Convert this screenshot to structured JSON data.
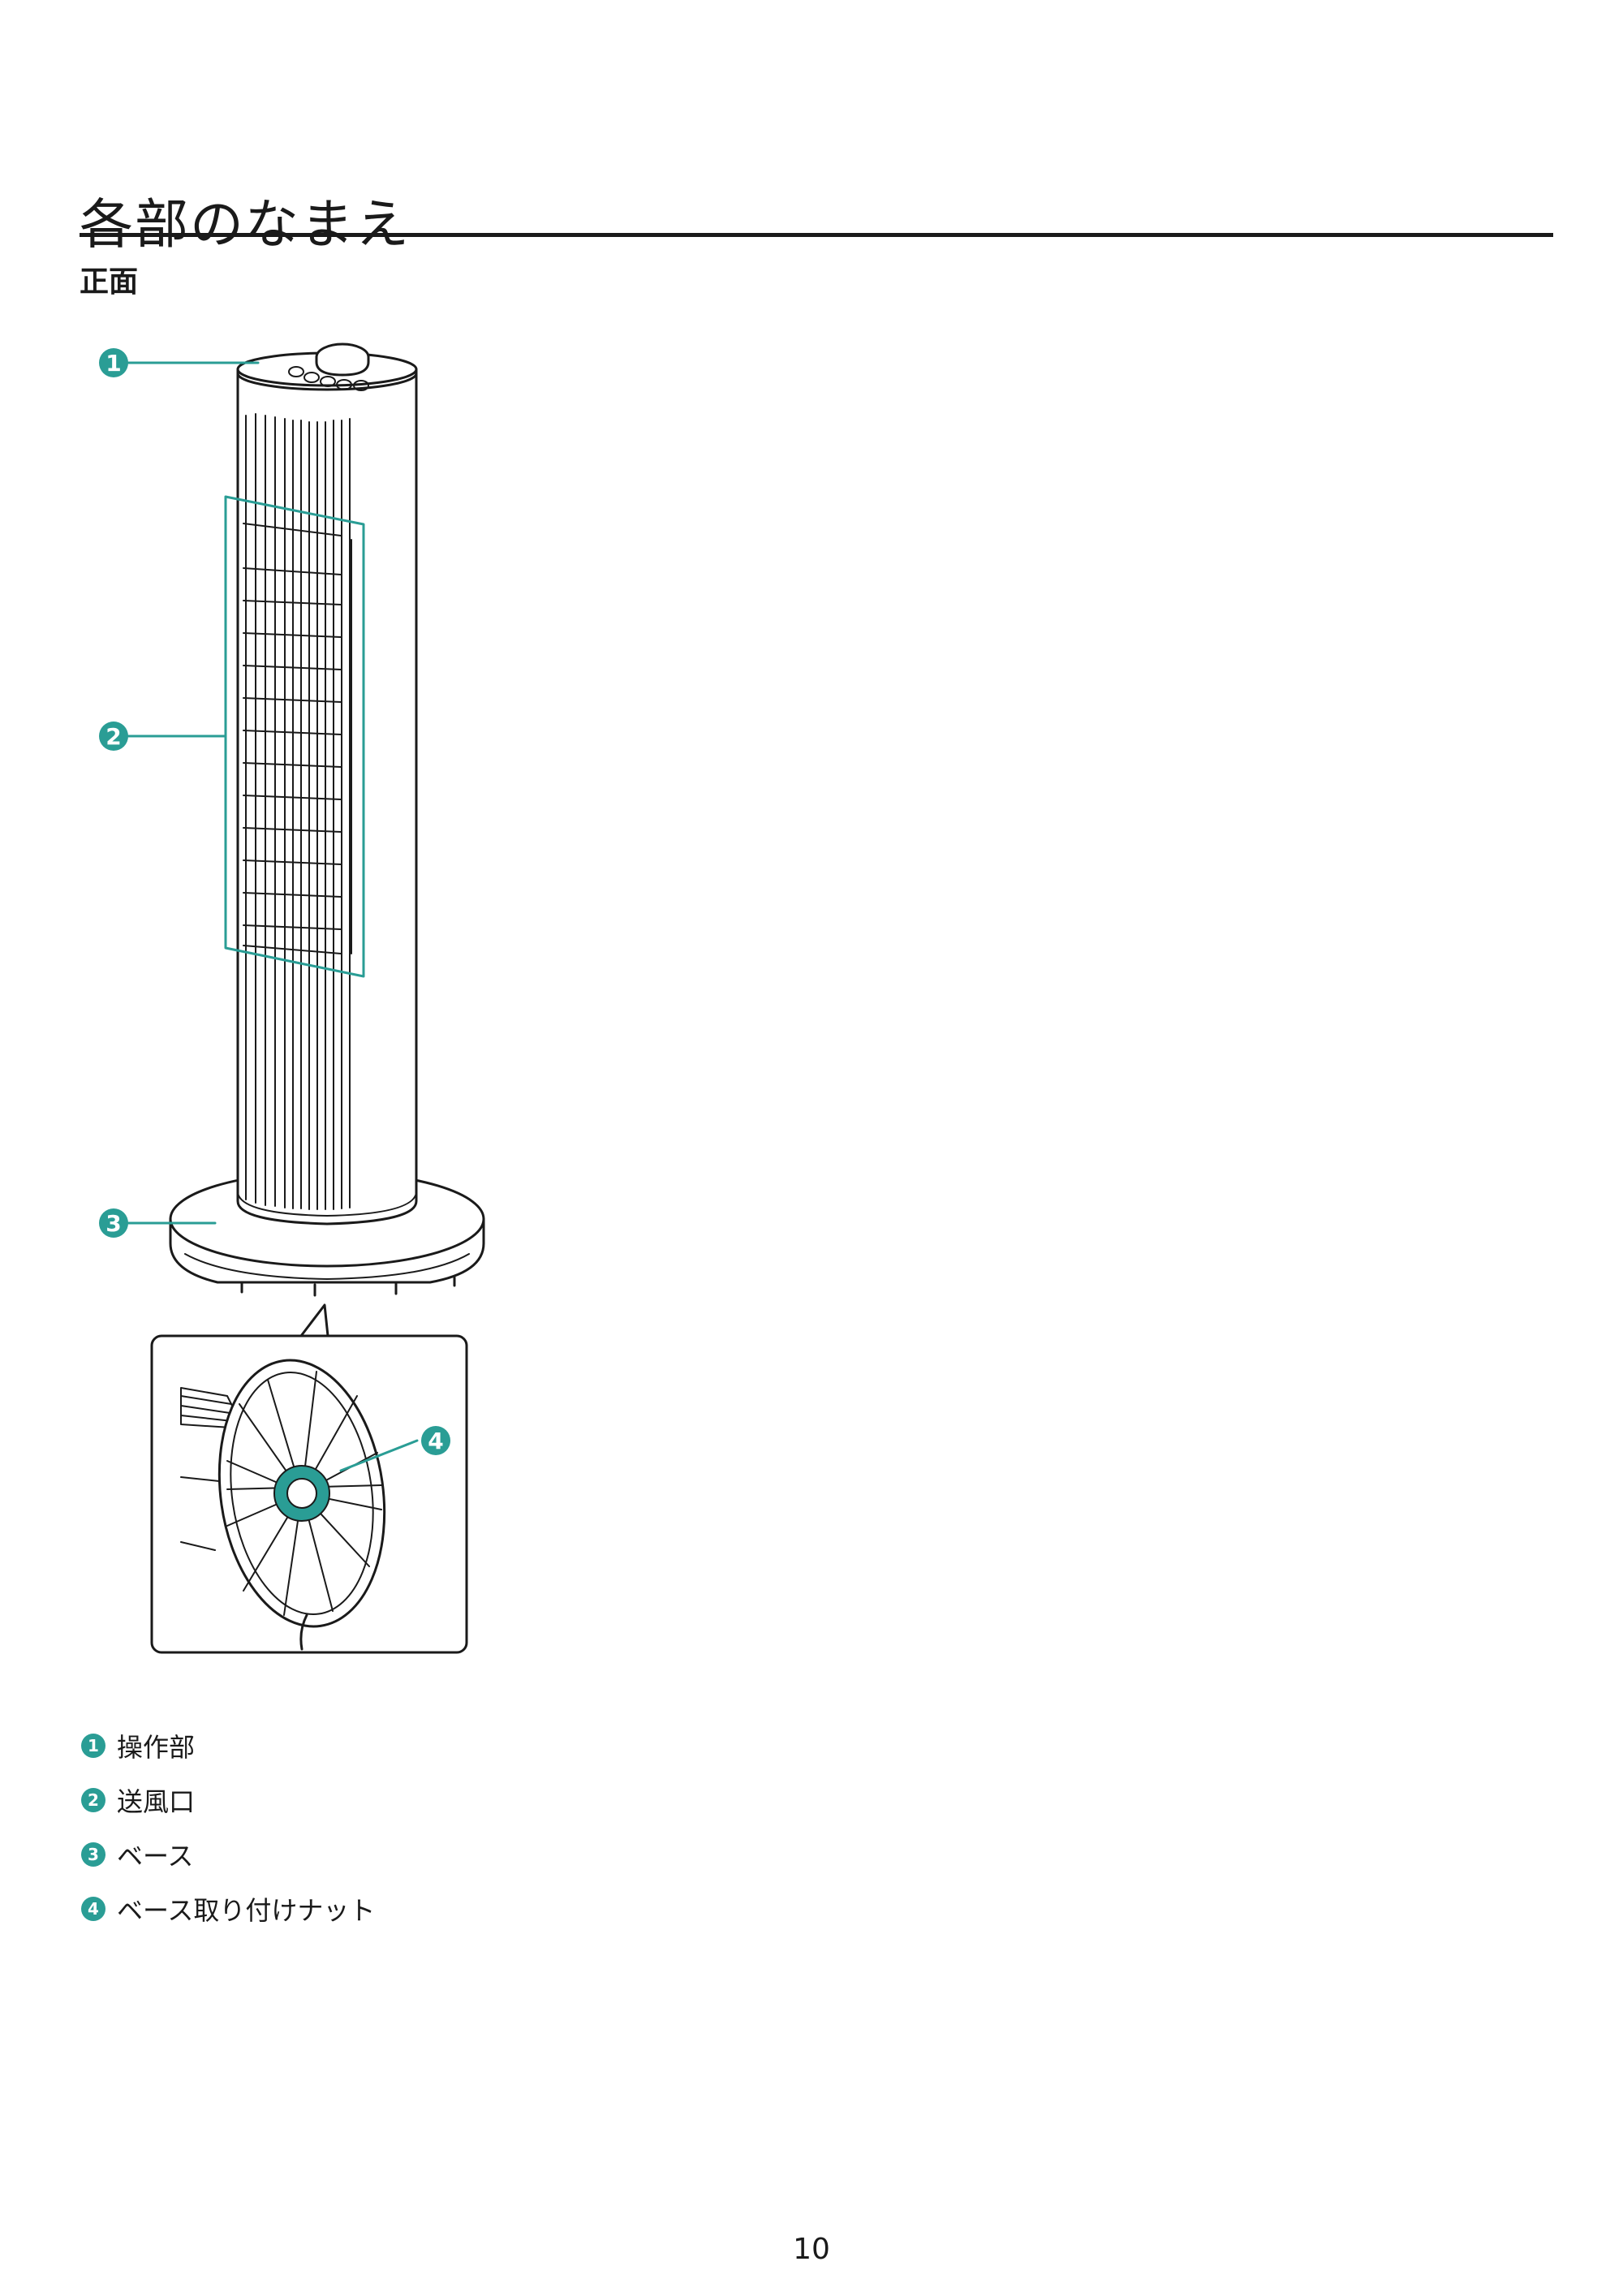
{
  "header": {
    "title": "各部のなまえ",
    "section": "正面"
  },
  "colors": {
    "accent": "#2a9d95",
    "line": "#1a1a1a"
  },
  "callouts": [
    {
      "num": "1",
      "label": "操作部"
    },
    {
      "num": "2",
      "label": "送風口"
    },
    {
      "num": "3",
      "label": "ベース"
    },
    {
      "num": "4",
      "label": "ベース取り付けナット"
    }
  ],
  "footer": {
    "page_number": "10"
  }
}
